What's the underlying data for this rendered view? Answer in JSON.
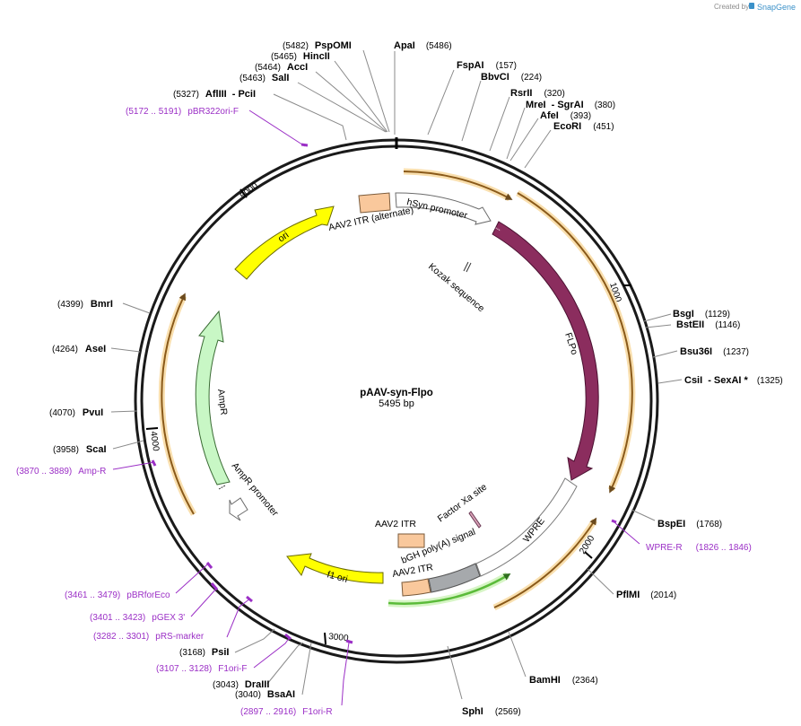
{
  "credit": {
    "created_by": "Created by",
    "brand": "SnapGene"
  },
  "plasmid": {
    "name": "pAAV-syn-Flpo",
    "length": "5495 bp"
  },
  "ruler": [
    "1000",
    "2000",
    "3000",
    "4000",
    "5000"
  ],
  "features": {
    "hsyn": "hSyn promoter",
    "itr_alt": "AAV2 ITR (alternate)",
    "kozak": "Kozak sequence",
    "flpo": "FLPo",
    "wpre": "WPRE",
    "factor_xa": "Factor Xa site",
    "bgh": "bGH poly(A) signal",
    "itr_left": "AAV2 ITR",
    "itr_bottom": "AAV2 ITR",
    "f1ori": "f1 ori",
    "ampr": "AmpR",
    "ampr_promoter": "AmpR promoter",
    "ori": "ori"
  },
  "sites": [
    {
      "pos": "(5482)",
      "name": "PspOMI"
    },
    {
      "pos": "(5465)",
      "name": "HincII"
    },
    {
      "pos": "(5464)",
      "name": "AccI"
    },
    {
      "pos": "(5463)",
      "name": "SalI"
    },
    {
      "pos": "(5327)",
      "name": "AflIII",
      "suffix": "- PciI"
    },
    {
      "name": "ApaI",
      "pos": "(5486)"
    },
    {
      "name": "FspAI",
      "pos": "(157)"
    },
    {
      "name": "BbvCI",
      "pos": "(224)"
    },
    {
      "name": "RsrII",
      "pos": "(320)"
    },
    {
      "name": "MreI",
      "suffix": "- SgrAI",
      "pos": "(380)"
    },
    {
      "name": "AfeI",
      "pos": "(393)"
    },
    {
      "name": "EcoRI",
      "pos": "(451)"
    },
    {
      "name": "BsgI",
      "pos": "(1129)"
    },
    {
      "name": "BstEII",
      "pos": "(1146)"
    },
    {
      "name": "Bsu36I",
      "pos": "(1237)"
    },
    {
      "name": "CsiI",
      "suffix": "- SexAI *",
      "pos": "(1325)"
    },
    {
      "name": "BspEI",
      "pos": "(1768)"
    },
    {
      "name": "PflMI",
      "pos": "(2014)"
    },
    {
      "name": "BamHI",
      "pos": "(2364)"
    },
    {
      "name": "SphI",
      "pos": "(2569)"
    },
    {
      "pos": "(3168)",
      "name": "PsiI"
    },
    {
      "pos": "(3043)",
      "name": "DraIII"
    },
    {
      "pos": "(3040)",
      "name": "BsaAI"
    },
    {
      "pos": "(4399)",
      "name": "BmrI"
    },
    {
      "pos": "(4264)",
      "name": "AseI"
    },
    {
      "pos": "(4070)",
      "name": "PvuI"
    },
    {
      "pos": "(3958)",
      "name": "ScaI"
    }
  ],
  "primers": [
    {
      "range": "(5172 .. 5191)",
      "name": "pBR322ori-F"
    },
    {
      "range": "(1826 .. 1846)",
      "name": "WPRE-R"
    },
    {
      "range": "(3870 .. 3889)",
      "name": "Amp-R"
    },
    {
      "range": "(3461 .. 3479)",
      "name": "pBRforEco"
    },
    {
      "range": "(3401 .. 3423)",
      "name": "pGEX 3'"
    },
    {
      "range": "(3282 .. 3301)",
      "name": "pRS-marker"
    },
    {
      "range": "(3107 .. 3128)",
      "name": "F1ori-F"
    },
    {
      "range": "(2897 .. 2916)",
      "name": "F1ori-R"
    }
  ],
  "colors": {
    "backbone": "#1a1a1a",
    "flpo": "#8b2d5e",
    "ori": "#ffff00",
    "f1ori": "#ffff00",
    "ampr": "#c8f7c5",
    "itr": "#f9c89c",
    "bgh": "#a6a9ac",
    "orf_orange": "#f2b35a",
    "orf_green": "#7fdc5a",
    "primer": "#9b2fc6"
  }
}
